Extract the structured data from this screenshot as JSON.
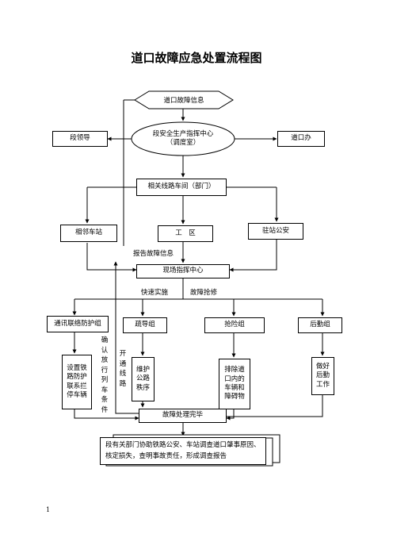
{
  "title": "道口故障应急处置流程图",
  "nodes": {
    "fault_info": "道口故障信息",
    "section_leader": "段领导",
    "dispatch_center": "段安全生产指挥中心",
    "dispatch_center_sub": "（调度室）",
    "crossing_office": "道口办",
    "workshop": "相关线路车间（部门）",
    "adjacent_station": "相邻车站",
    "work_area": "工　区",
    "station_police": "驻站公安",
    "site_command": "现场指挥中心",
    "comm_group": "通讯联络防护组",
    "guide_group": "疏导组",
    "repair_group": "抢险组",
    "logistics_group": "后勤组",
    "task_comm": "设置铁路防护联系拦停车辆",
    "task_guide": "维护公路秩序",
    "task_repair": "排除道口内的车辆和障碍物",
    "task_logistics": "做好后勤工作",
    "done": "故障处理完毕",
    "report": "段有关部门协助铁路公安、车站调查道口肇事原因、核定损失，查明事故责任，形成调查报告"
  },
  "labels": {
    "report_fault": "报告故障信息",
    "quick_implement": "快速实施",
    "fault_repair": "故障抢修",
    "confirm_condition": "确认放行列车条件",
    "open_road": "开通线路"
  },
  "page_number": "1"
}
